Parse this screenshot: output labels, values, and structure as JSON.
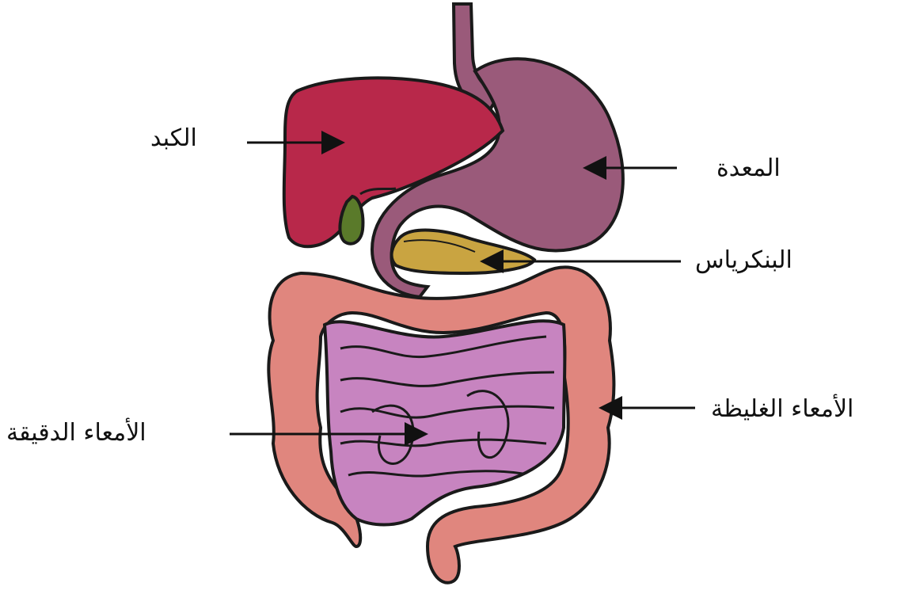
{
  "labels": {
    "liver": "الكبد",
    "stomach": "المعدة",
    "pancreas": "البنكرياس",
    "large_intestine": "الأمعاء الغليظة",
    "small_intestine": "الأمعاء الدقيقة"
  },
  "colors": {
    "liver": "#b8284a",
    "gallbladder": "#5a7a2a",
    "stomach": "#9a5a7a",
    "pancreas": "#c9a441",
    "large_intestine": "#e0867e",
    "small_intestine": "#c784c0",
    "outline": "#1a1a1a"
  }
}
